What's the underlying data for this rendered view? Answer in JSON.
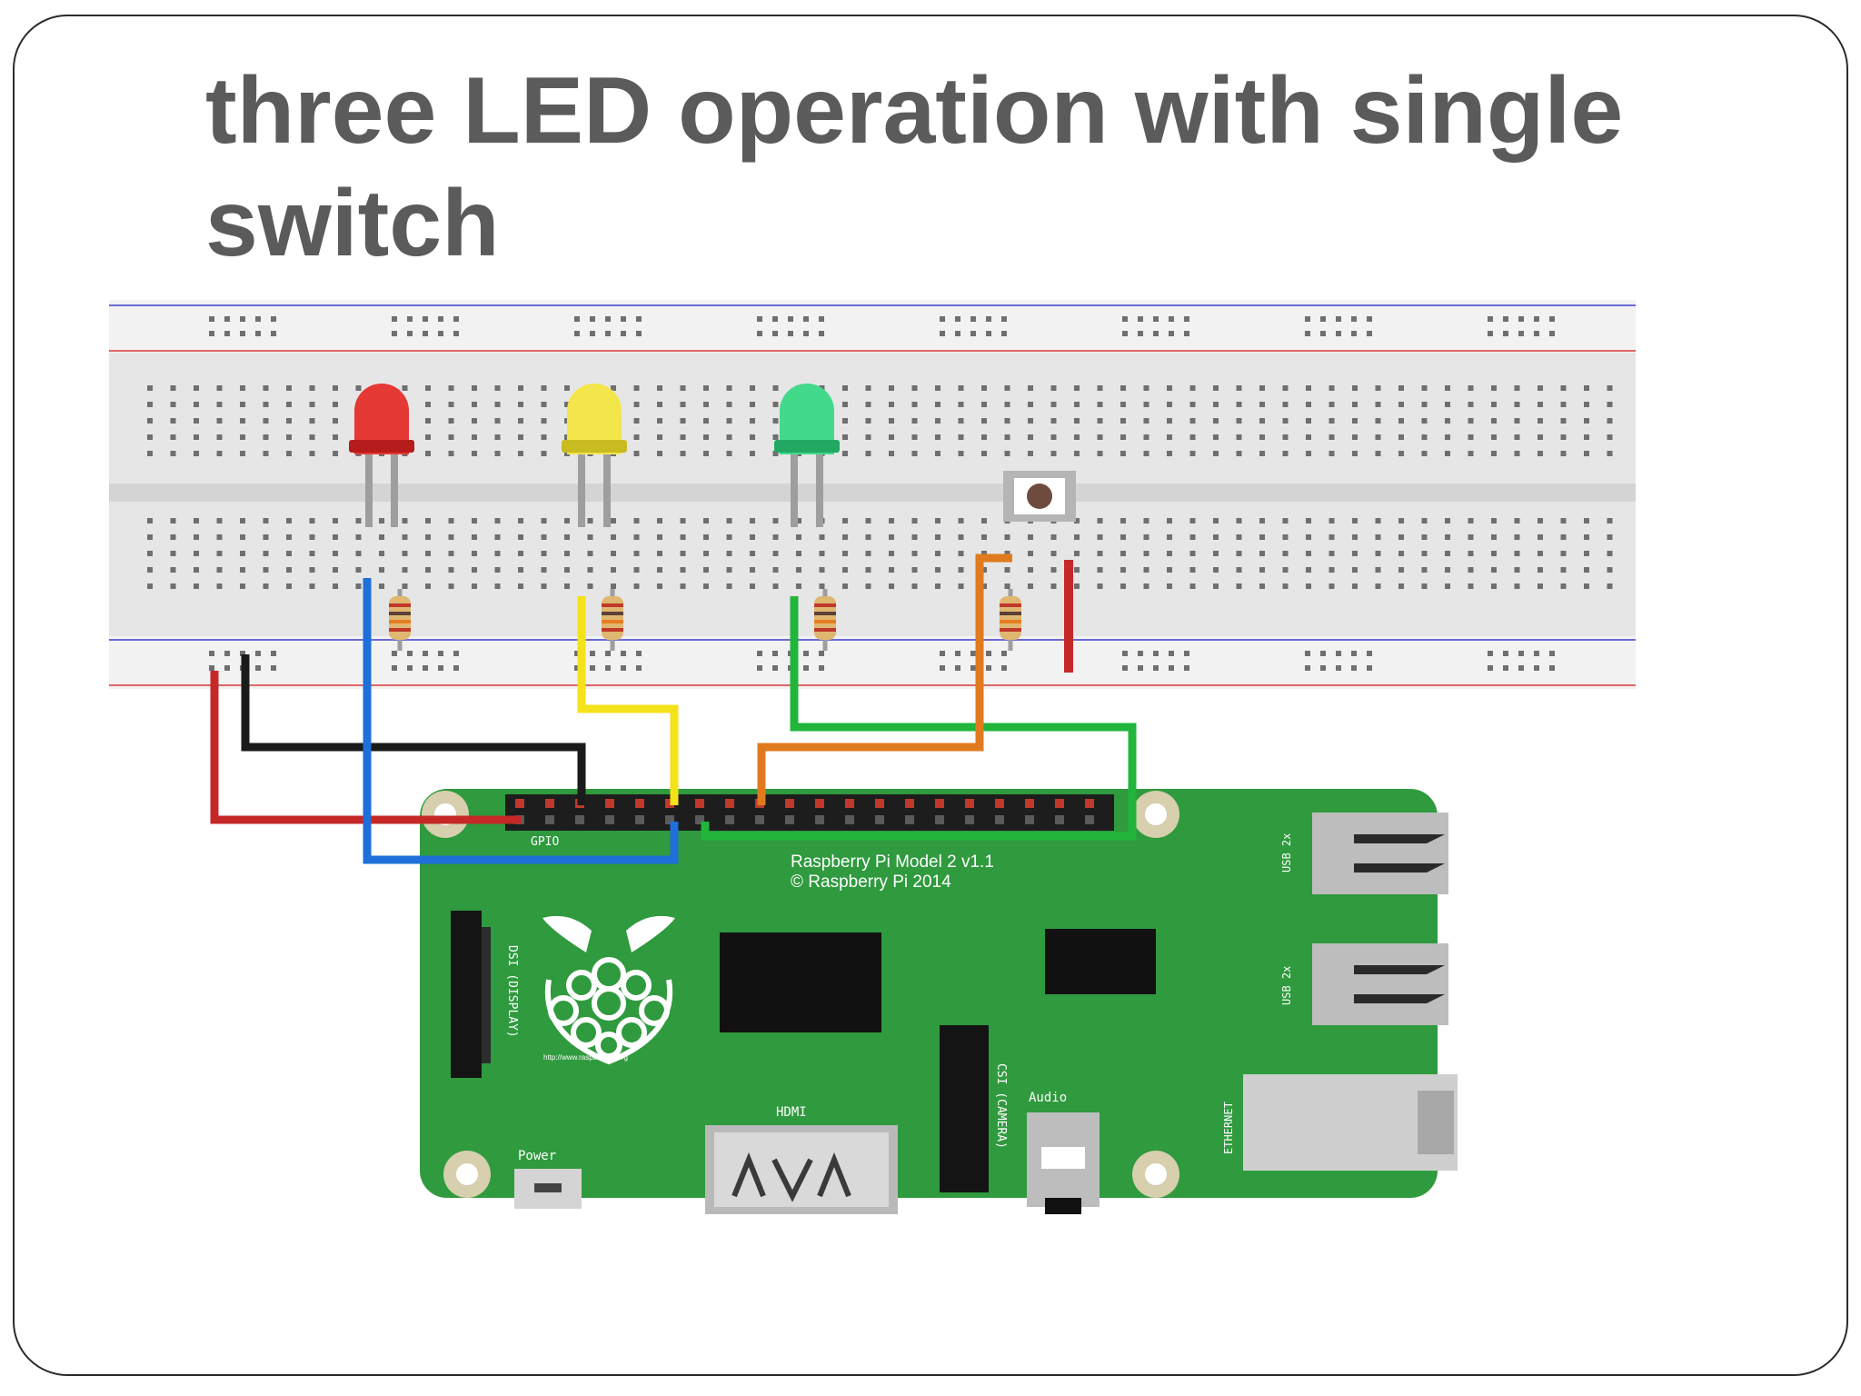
{
  "slide": {
    "title": "three LED operation with single switch"
  },
  "board": {
    "model_line": "Raspberry Pi Model 2 v1.1",
    "copyright_line": "© Raspberry Pi 2014",
    "gpio_label": "GPIO",
    "dsi_label": "DSI (DISPLAY)",
    "csi_label": "CSI (CAMERA)",
    "hdmi_label": "HDMI",
    "audio_label": "Audio",
    "power_label": "Power",
    "usb_top_label": "USB 2x",
    "usb_bottom_label": "USB 2x",
    "ethernet_label": "ETHERNET",
    "url_label": "http://www.raspberrypi.org",
    "board_color": "#2f9a3e"
  },
  "components": {
    "leds": [
      {
        "color_name": "red",
        "color": "#e53935"
      },
      {
        "color_name": "yellow",
        "color": "#f2e64a"
      },
      {
        "color_name": "green",
        "color": "#42d98a"
      }
    ],
    "switch": "push-button",
    "resistors": 4
  },
  "wires": [
    {
      "name": "red",
      "color": "#c62828"
    },
    {
      "name": "black",
      "color": "#1a1a1a"
    },
    {
      "name": "blue",
      "color": "#1e6fd9"
    },
    {
      "name": "yellow",
      "color": "#f4e21a"
    },
    {
      "name": "green",
      "color": "#22b53b"
    },
    {
      "name": "orange",
      "color": "#e07a1f"
    }
  ]
}
